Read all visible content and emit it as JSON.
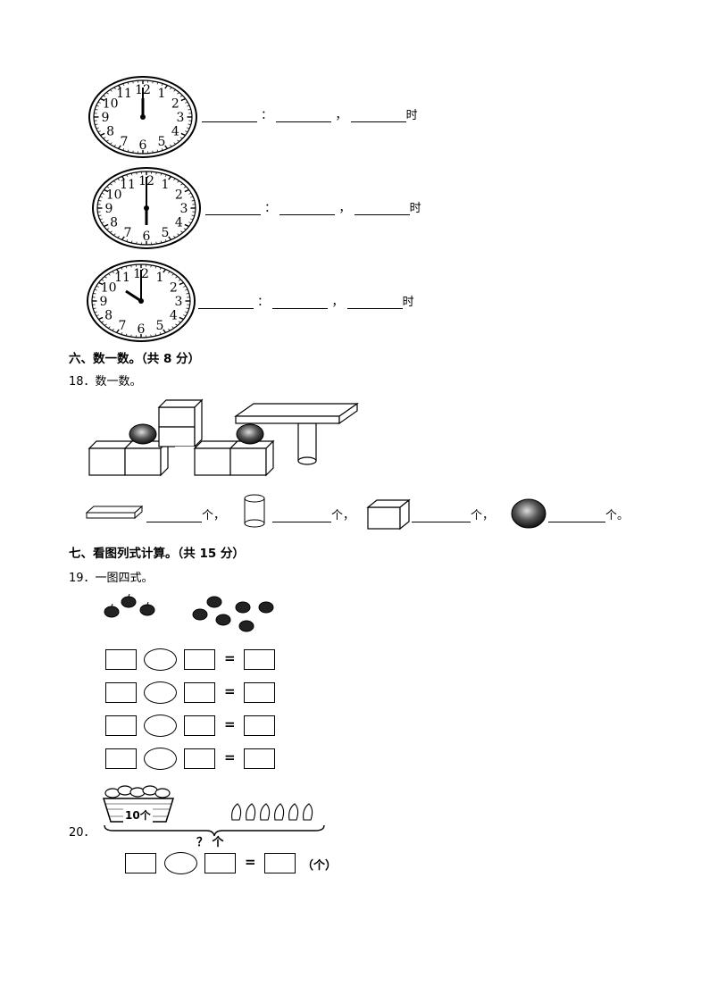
{
  "clocks": [
    {
      "colon": "：",
      "comma": "，",
      "unit": "时"
    },
    {
      "colon": "：",
      "comma": "，",
      "unit": "时"
    },
    {
      "colon": "：",
      "comma": "，",
      "unit": "时"
    }
  ],
  "clock_numbers": [
    "12",
    "1",
    "2",
    "3",
    "4",
    "5",
    "6",
    "7",
    "8",
    "9",
    "10",
    "11"
  ],
  "section6": {
    "title": "六、数一数。（共 8 分）",
    "q18": "18．数一数。"
  },
  "count_row": {
    "unit1": "个，",
    "unit2": "个，",
    "unit3": "个，",
    "unit4": "个。"
  },
  "section7": {
    "title": "七、看图列式计算。（共 15 分）",
    "q19": "19．一图四式。"
  },
  "equation": {
    "eq": "="
  },
  "q20": {
    "label": "20．",
    "basket": "10个",
    "question": "？ 个",
    "unit": "（个）",
    "eq": "="
  }
}
